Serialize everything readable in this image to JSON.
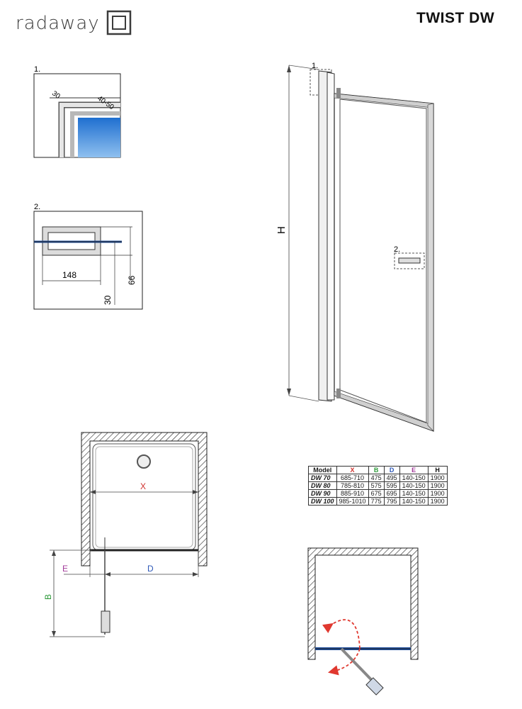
{
  "brand": "radaway",
  "model": "TWIST DW",
  "detail1": {
    "marker": "1.",
    "dim_a": "30",
    "dim_b": "40-50"
  },
  "detail2": {
    "marker": "2.",
    "width": "148",
    "height": "66",
    "depth": "30"
  },
  "door": {
    "height_label": "H",
    "marker1": "1.",
    "marker2": "2."
  },
  "plan": {
    "x_label": "X",
    "e_label": "E",
    "d_label": "D",
    "b_label": "B"
  },
  "table": {
    "headers": [
      "Model",
      "X",
      "B",
      "D",
      "E",
      "H"
    ],
    "rows": [
      [
        "DW 70",
        "685-710",
        "475",
        "495",
        "140-150",
        "1900"
      ],
      [
        "DW 80",
        "785-810",
        "575",
        "595",
        "140-150",
        "1900"
      ],
      [
        "DW 90",
        "885-910",
        "675",
        "695",
        "140-150",
        "1900"
      ],
      [
        "DW 100",
        "985-1010",
        "775",
        "795",
        "140-150",
        "1900"
      ]
    ]
  },
  "colors": {
    "x": "#d0312d",
    "b": "#2e9a3a",
    "d": "#2c57b7",
    "e": "#a23a9a",
    "glass": "#4a90d9",
    "arrow": "#e0382f"
  }
}
